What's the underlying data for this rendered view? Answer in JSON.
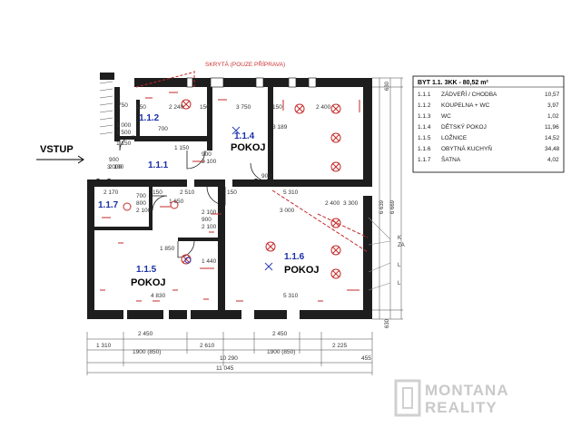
{
  "note": "SKRYTÁ (POUZE PŘÍPRAVA)",
  "entry_label": "VSTUP",
  "legend": {
    "header": "BYT 1.1.  3KK - 80,52 m²",
    "rows": [
      {
        "id": "1.1.1",
        "name": "ZÁDVEŘÍ / CHODBA",
        "area": "10,57"
      },
      {
        "id": "1.1.2",
        "name": "KOUPELNA + WC",
        "area": "3,97"
      },
      {
        "id": "1.1.3",
        "name": "WC",
        "area": "1,02"
      },
      {
        "id": "1.1.4",
        "name": "DĚTSKÝ POKOJ",
        "area": "11,96"
      },
      {
        "id": "1.1.5",
        "name": "LOŽNICE",
        "area": "14,52"
      },
      {
        "id": "1.1.6",
        "name": "OBYTNÁ KUCHYŇ",
        "area": "34,48"
      },
      {
        "id": "1.1.7",
        "name": "ŠATNA",
        "area": "4,02"
      }
    ]
  },
  "rooms": {
    "r112": {
      "id": "1.1.2"
    },
    "r111": {
      "id": "1.1.1"
    },
    "r114": {
      "id": "1.1.4",
      "name": "POKOJ"
    },
    "r117": {
      "id": "1.1.7"
    },
    "r115": {
      "id": "1.1.5",
      "name": "POKOJ"
    },
    "r116": {
      "id": "1.1.6",
      "name": "POKOJ"
    }
  },
  "dims": {
    "top": [
      "150",
      "2 240",
      "150",
      "3 750",
      "150",
      "2 400"
    ],
    "mid_top": [
      "2 170",
      "150",
      "2 510",
      "150",
      "5 310"
    ],
    "bottom_a": [
      "4 830",
      "5 310"
    ],
    "bottom_row1": [
      "1 310",
      "2 450",
      "2 610",
      "2 450",
      "2 225"
    ],
    "bottom_row1b": [
      "1900 (850)",
      "1900 (850)"
    ],
    "bottom_row2": [
      "10 290",
      "455"
    ],
    "bottom_row3": "11 045",
    "misc": [
      "1 150",
      "1 150",
      "900",
      "2 100",
      "900",
      "2 100",
      "3 189",
      "900",
      "1 650",
      "700",
      "2 100",
      "800",
      "2 100",
      "1 440",
      "2 400",
      "3 300",
      "900",
      "2 100",
      "750",
      "700",
      "1 000",
      "1 500",
      "1 850",
      "3 000",
      "3 000"
    ],
    "right": [
      "630",
      "6 639",
      "6 669",
      "630"
    ],
    "right_labels": [
      "K",
      "ZA",
      "L",
      "L"
    ]
  },
  "brand": {
    "line1": "MONTANA",
    "line2": "REALITY"
  }
}
